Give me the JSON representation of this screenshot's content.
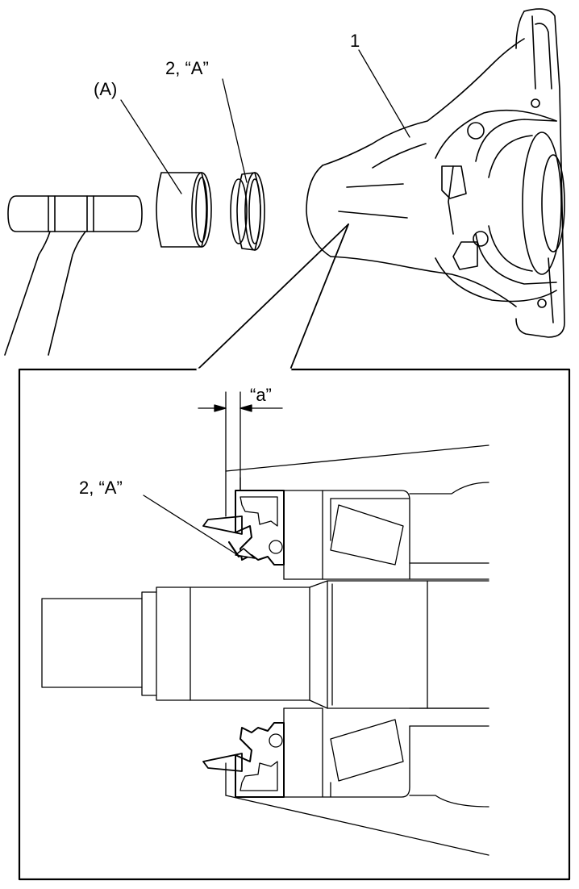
{
  "labels": {
    "part_1": "1",
    "tool_a": "(A)",
    "seal_top": "2, “A”",
    "dimension_a": "“a”",
    "seal_detail": "2, “A”"
  },
  "colors": {
    "line": "#000000",
    "background": "#ffffff"
  }
}
